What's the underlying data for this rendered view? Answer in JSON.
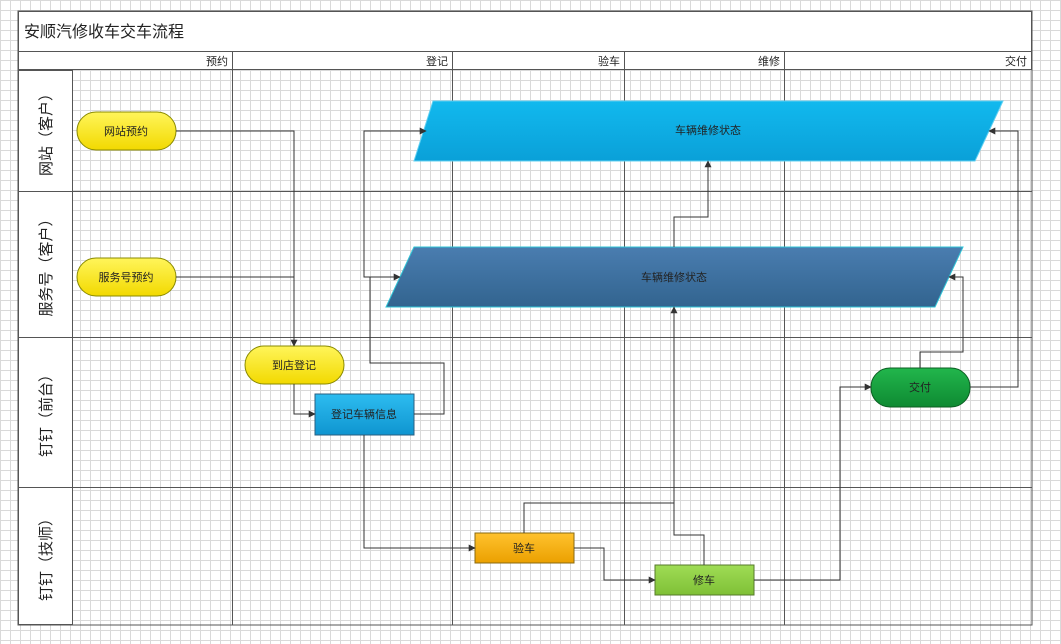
{
  "title": "安顺汽修收车交车流程",
  "phases": [
    "预约",
    "登记",
    "验车",
    "维修",
    "交付"
  ],
  "lanes": [
    "网站（客户）",
    "服务号（客户）",
    "钉钉（前台）",
    "钉钉（技师）"
  ],
  "nodes": {
    "website_booking": "网站预约",
    "service_booking": "服务号预约",
    "store_checkin": "到店登记",
    "register_vehicle": "登记车辆信息",
    "inspect": "验车",
    "repair": "修车",
    "deliver": "交付",
    "status_website": "车辆维修状态",
    "status_service": "车辆维修状态"
  },
  "colors": {
    "terminator_yellow": "#ffee00",
    "terminator_green": "#119a3a",
    "process_blue": "#1aa7e0",
    "process_orange": "#f5a800",
    "process_green": "#8dcf3f",
    "data_cyan": "#00aee8",
    "data_navy": "#3a6ea0"
  }
}
